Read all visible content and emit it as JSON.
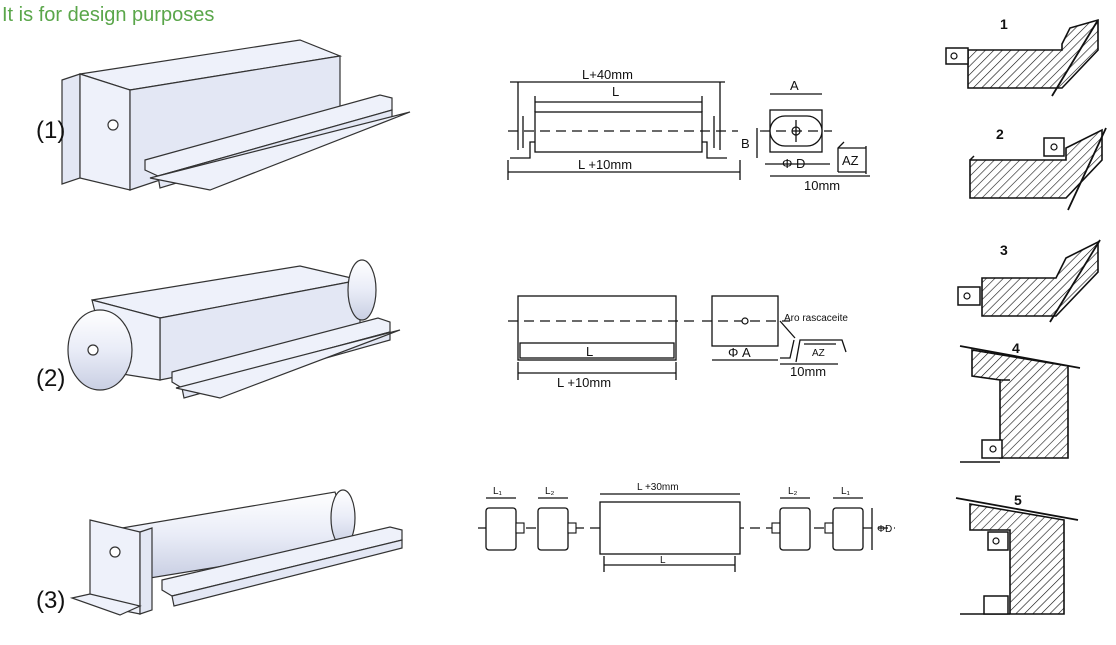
{
  "note": "It is for design purposes",
  "devices": [
    {
      "label": "(1)"
    },
    {
      "label": "(2)"
    },
    {
      "label": "(3)"
    }
  ],
  "drawing1": {
    "top_dim": "L+40mm",
    "inner_dim": "L",
    "bottom_dim": "L +10mm",
    "width_dim": "A",
    "height_dim": "B",
    "diameter": "Φ D",
    "az": "AZ",
    "gap": "10mm"
  },
  "drawing2": {
    "length": "L",
    "bottom_dim": "L +10mm",
    "diameter": "Φ A",
    "ring": "Aro rascaceite",
    "az": "AZ",
    "gap": "10mm"
  },
  "drawing3": {
    "l1_left": "L₁",
    "l2_left": "L₂",
    "top_dim": "L +30mm",
    "l2_right": "L₂",
    "l1_right": "L₁",
    "diameter": "ΦD",
    "length": "L"
  },
  "positions": [
    "1",
    "2",
    "3",
    "4",
    "5"
  ]
}
